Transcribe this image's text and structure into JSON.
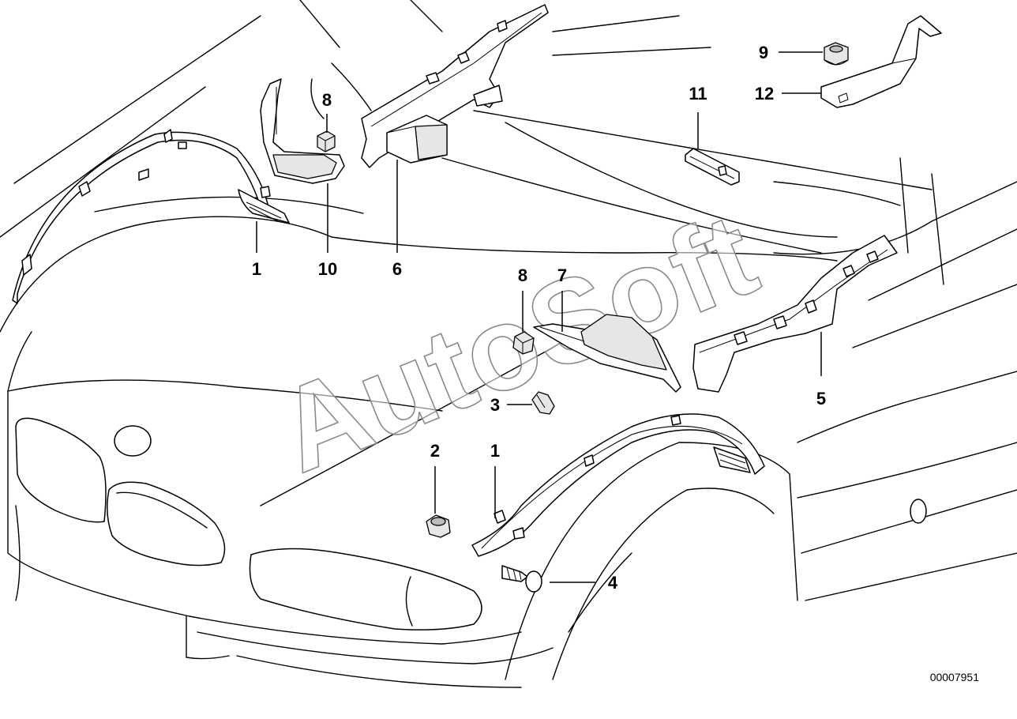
{
  "callouts": [
    {
      "id": "c1a",
      "label": "1"
    },
    {
      "id": "c10",
      "label": "10"
    },
    {
      "id": "c6",
      "label": "6"
    },
    {
      "id": "c8a",
      "label": "8"
    },
    {
      "id": "c11",
      "label": "11"
    },
    {
      "id": "c9",
      "label": "9"
    },
    {
      "id": "c12",
      "label": "12"
    },
    {
      "id": "c8b",
      "label": "8"
    },
    {
      "id": "c7",
      "label": "7"
    },
    {
      "id": "c5",
      "label": "5"
    },
    {
      "id": "c3",
      "label": "3"
    },
    {
      "id": "c2",
      "label": "2"
    },
    {
      "id": "c1b",
      "label": "1"
    },
    {
      "id": "c4",
      "label": "4"
    }
  ],
  "reference_number": "00007951",
  "watermark": "AutoSoft"
}
